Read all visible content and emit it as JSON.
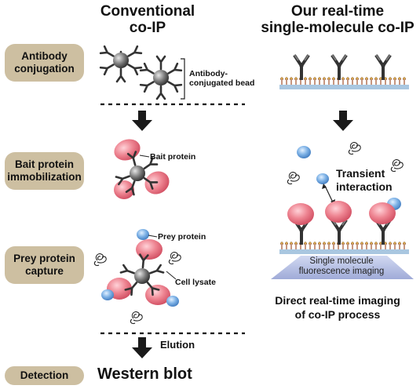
{
  "titles": {
    "conventional_line1": "Conventional",
    "conventional_line2": "co-IP",
    "realtime_line1": "Our real-time",
    "realtime_line2": "single-molecule co-IP"
  },
  "steps": {
    "antibody_line1": "Antibody",
    "antibody_line2": "conjugation",
    "bait_line1": "Bait protein",
    "bait_line2": "immobilization",
    "prey_line1": "Prey protein",
    "prey_line2": "capture",
    "detection": "Detection"
  },
  "labels": {
    "bead_line1": "Antibody-",
    "bead_line2": "conjugated bead",
    "bait_protein": "Bait protein",
    "prey_protein": "Prey protein",
    "cell_lysate": "Cell lysate",
    "elution": "Elution",
    "western_blot": "Western blot",
    "transient_line1": "Transient",
    "transient_line2": "interaction",
    "imaging_line1": "Single molecule",
    "imaging_line2": "fluorescence imaging",
    "direct_line1": "Direct real-time imaging",
    "direct_line2": "of co-IP process"
  },
  "colors": {
    "step_box": "#cdbfa1",
    "bait": "#e8707e",
    "prey": "#6aa3dc",
    "bead": "#5a5a5a",
    "surface": "#a9c7e0",
    "light_cone": "#9aa6d6"
  }
}
